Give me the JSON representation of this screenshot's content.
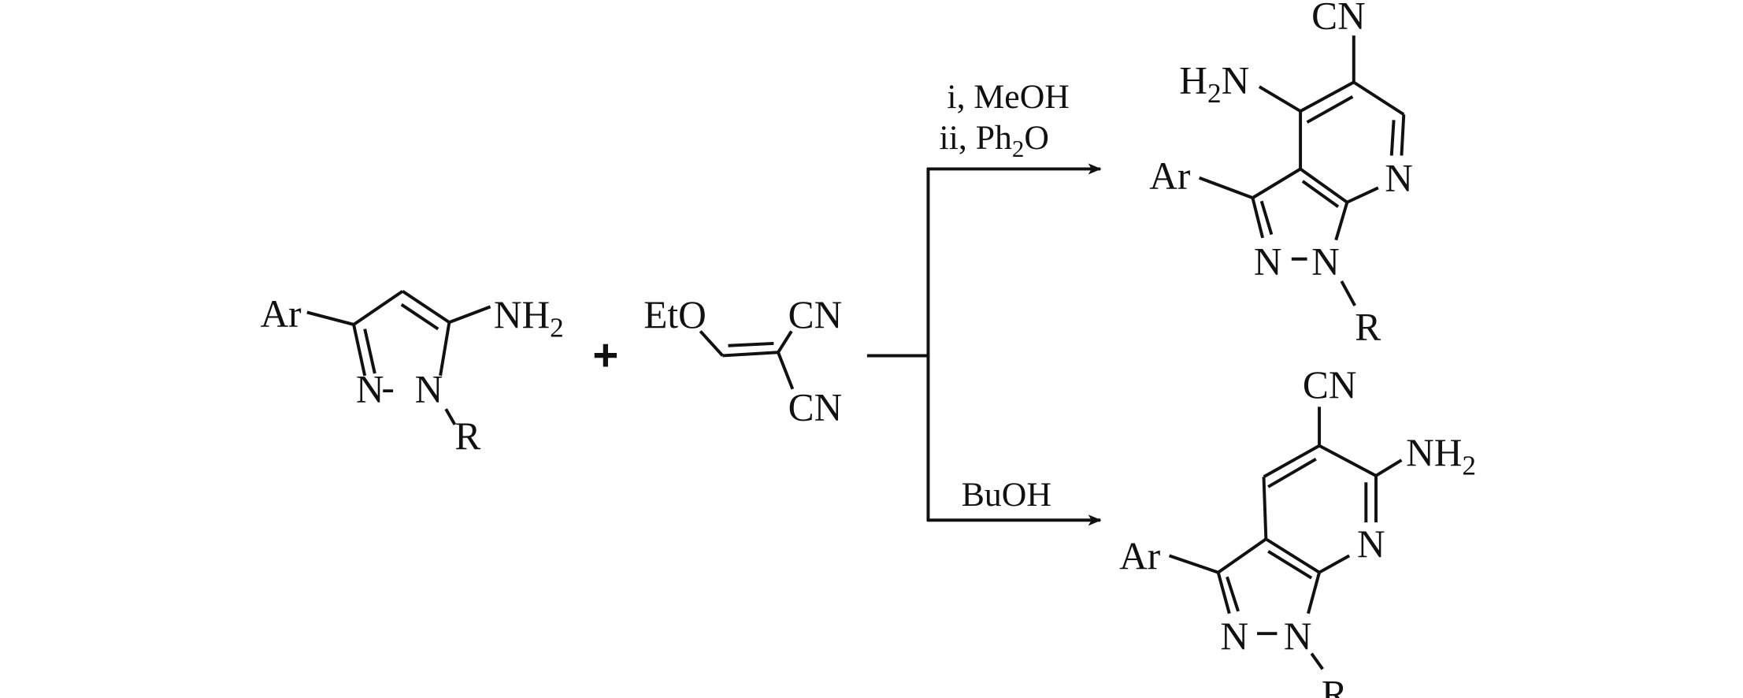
{
  "reactants": {
    "aminopyrazole": {
      "ar": "Ar",
      "amine": "NH",
      "amine_sub": "2",
      "n2": "N",
      "bond_nn": "-",
      "n1": "N",
      "r": "R"
    },
    "plus": "+",
    "ethoxymethylene_malononitrile": {
      "ethoxy": "EtO",
      "cn_top": "CN",
      "cn_bottom": "CN"
    }
  },
  "conditions": {
    "top_step1": "i, MeOH",
    "top_step2_prefix": "ii, Ph",
    "top_step2_sub": "2",
    "top_step2_suffix": "O",
    "bottom": "BuOH"
  },
  "products": {
    "top": {
      "cn": "CN",
      "amine_prefix": "H",
      "amine_sub": "2",
      "amine_suffix": "N",
      "ring_n": "N",
      "ar": "Ar",
      "n2": "N",
      "n1": "N",
      "r": "R"
    },
    "bottom": {
      "cn": "CN",
      "amine": "NH",
      "amine_sub": "2",
      "ring_n": "N",
      "ar": "Ar",
      "n2": "N",
      "n1": "N",
      "r": "R"
    }
  },
  "colors": {
    "ink": "#111111",
    "background": "#ffffff"
  }
}
